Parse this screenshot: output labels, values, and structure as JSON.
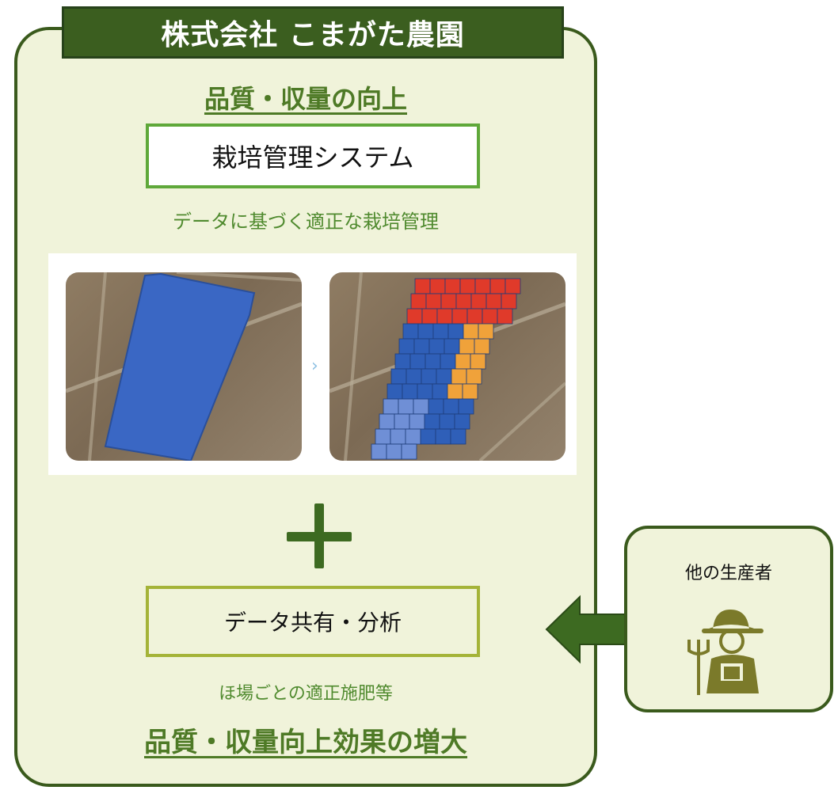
{
  "title": "株式会社 こまがた農園",
  "headings": {
    "top": "品質・収量の向上",
    "bottom": "品質・収量向上効果の増大"
  },
  "system_box": {
    "label": "栽培管理システム",
    "caption": "データに基づく適正な栽培管理"
  },
  "maps": {
    "left": {
      "icon": "field-uniform-blue"
    },
    "separator_icon": "chevron-right-icon",
    "right": {
      "icon": "field-grid-zoned",
      "zone_colors": [
        "#e03a2a",
        "#f0a23a",
        "#2f5fb8",
        "#6f8fd6"
      ]
    }
  },
  "plus_icon": "plus-icon",
  "share_box": {
    "label": "データ共有・分析",
    "caption": "ほ場ごとの適正施肥等"
  },
  "connector_icon": "double-arrow-icon",
  "producer": {
    "label": "他の生産者",
    "icon": "farmer-icon"
  },
  "colors": {
    "panel_bg": "#f0f3da",
    "banner": "#3b5e1f",
    "heading": "#4e7a26",
    "system_border": "#5fa83a",
    "share_border": "#a4b338"
  }
}
